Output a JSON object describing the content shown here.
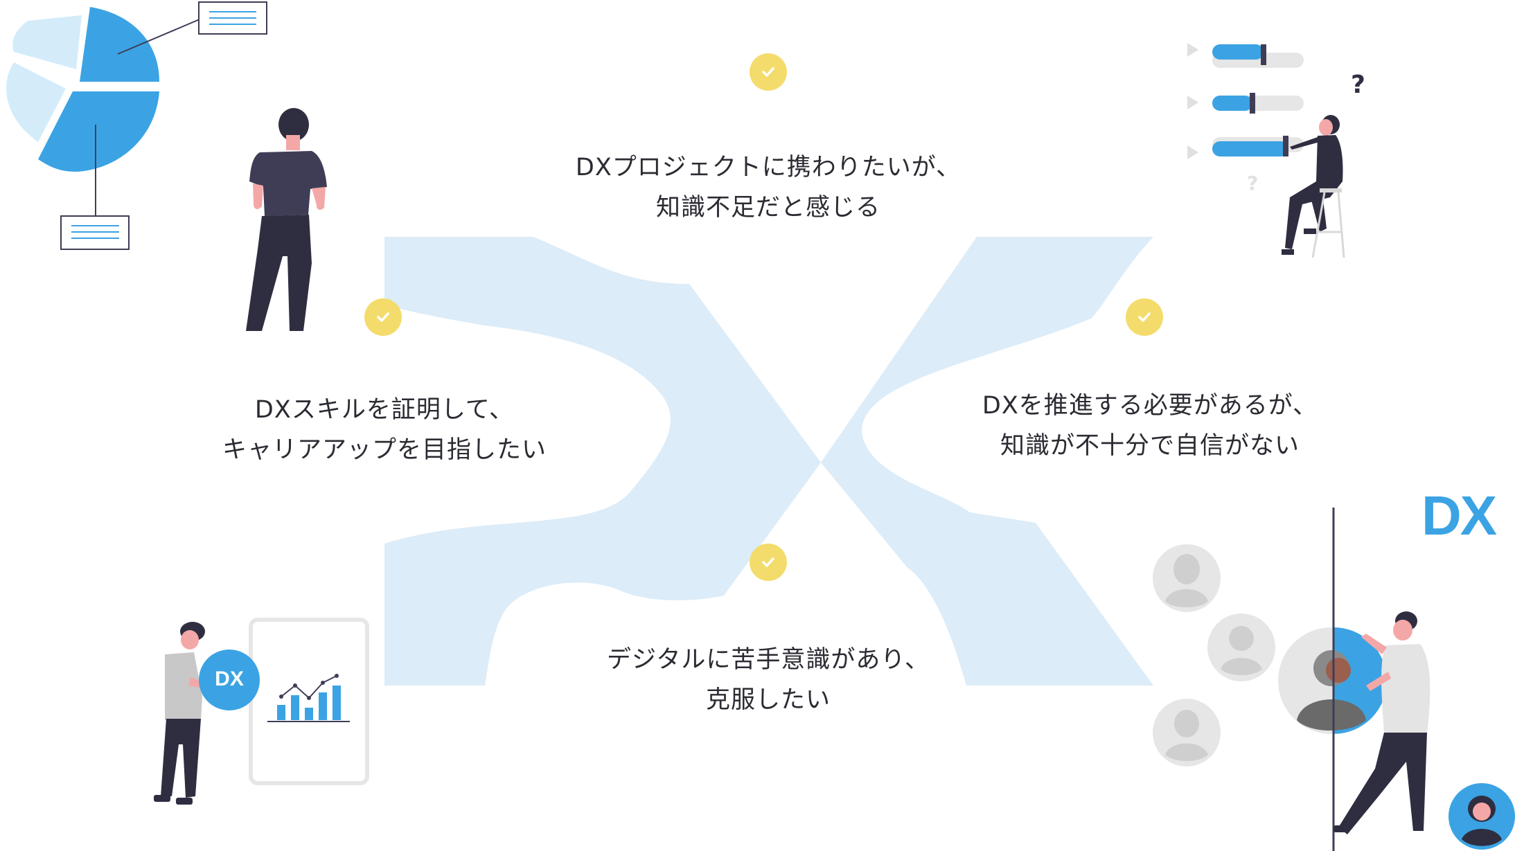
{
  "colors": {
    "accent_blue": "#3ba3e3",
    "light_blue": "#dcecf8",
    "check_yellow": "#f4dc6c",
    "text": "#2b2b33",
    "dark_figure": "#2f2e41",
    "gray_circle": "#e6e6e6"
  },
  "messages": {
    "top": {
      "line1": "DXプロジェクトに携わりたいが、",
      "line2": "知識不足だと感じる"
    },
    "left": {
      "line1": "DXスキルを証明して、",
      "line2": "キャリアアップを目指したい"
    },
    "right": {
      "line1": "DXを推進する必要があるが、",
      "line2": "知識が不十分で自信がない"
    },
    "bottom": {
      "line1": "デジタルに苦手意識があり、",
      "line2": "克服したい"
    }
  },
  "illustrations": {
    "badge_label": "DX",
    "logo_text": "DX",
    "question_mark": "?"
  },
  "icons": [
    "check-icon",
    "pie-chart-icon",
    "bar-chart-icon",
    "avatar-icon",
    "slider-icon"
  ]
}
